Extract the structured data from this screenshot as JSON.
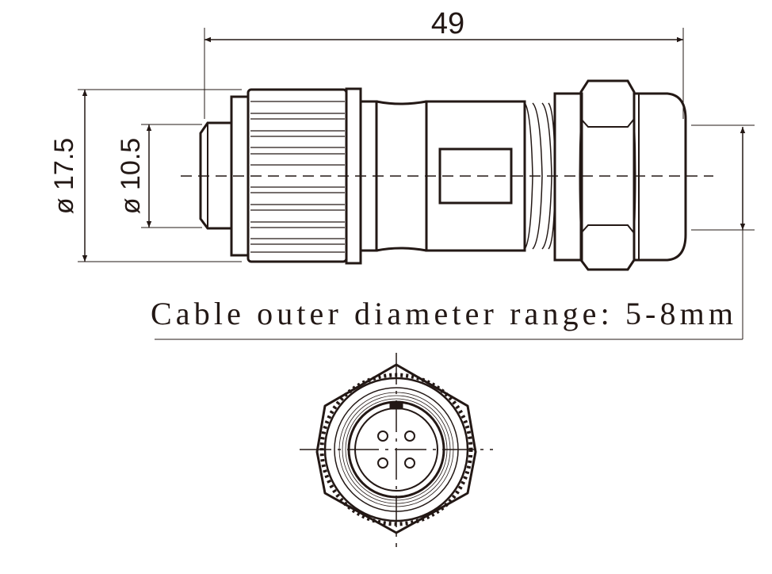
{
  "dimensions": {
    "overall_length": "49",
    "outer_diameter": "ø 17.5",
    "pin_diameter": "ø 10.5"
  },
  "note": "Cable outer  diameter range: 5-8mm",
  "colors": {
    "line": "#231815",
    "background": "#ffffff"
  }
}
